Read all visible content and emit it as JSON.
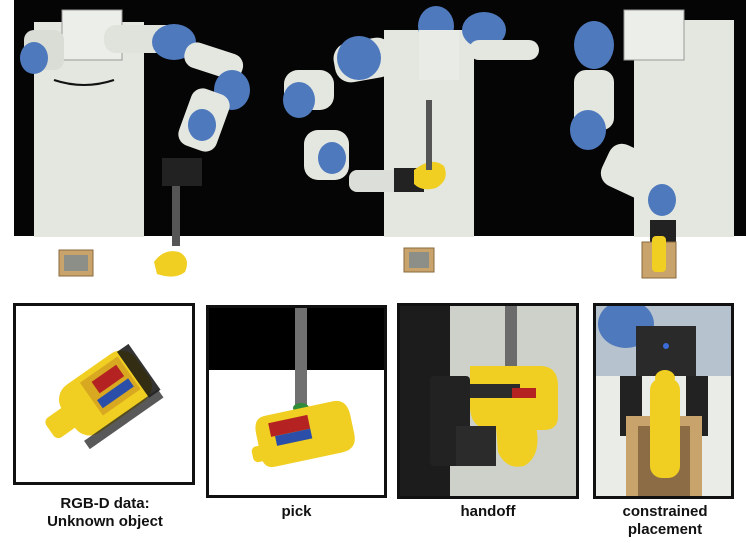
{
  "captions": {
    "rgbd_line1": "RGB-D data:",
    "rgbd_line2": "Unknown object",
    "pick": "pick",
    "handoff": "handoff",
    "placement_line1": "constrained",
    "placement_line2": "placement"
  },
  "colors": {
    "robot_body": "#e7ebe4",
    "robot_joint_blue": "#4f79bd",
    "mustard_yellow": "#f0cf22",
    "background_black": "#050505",
    "panel_border": "#111111"
  }
}
